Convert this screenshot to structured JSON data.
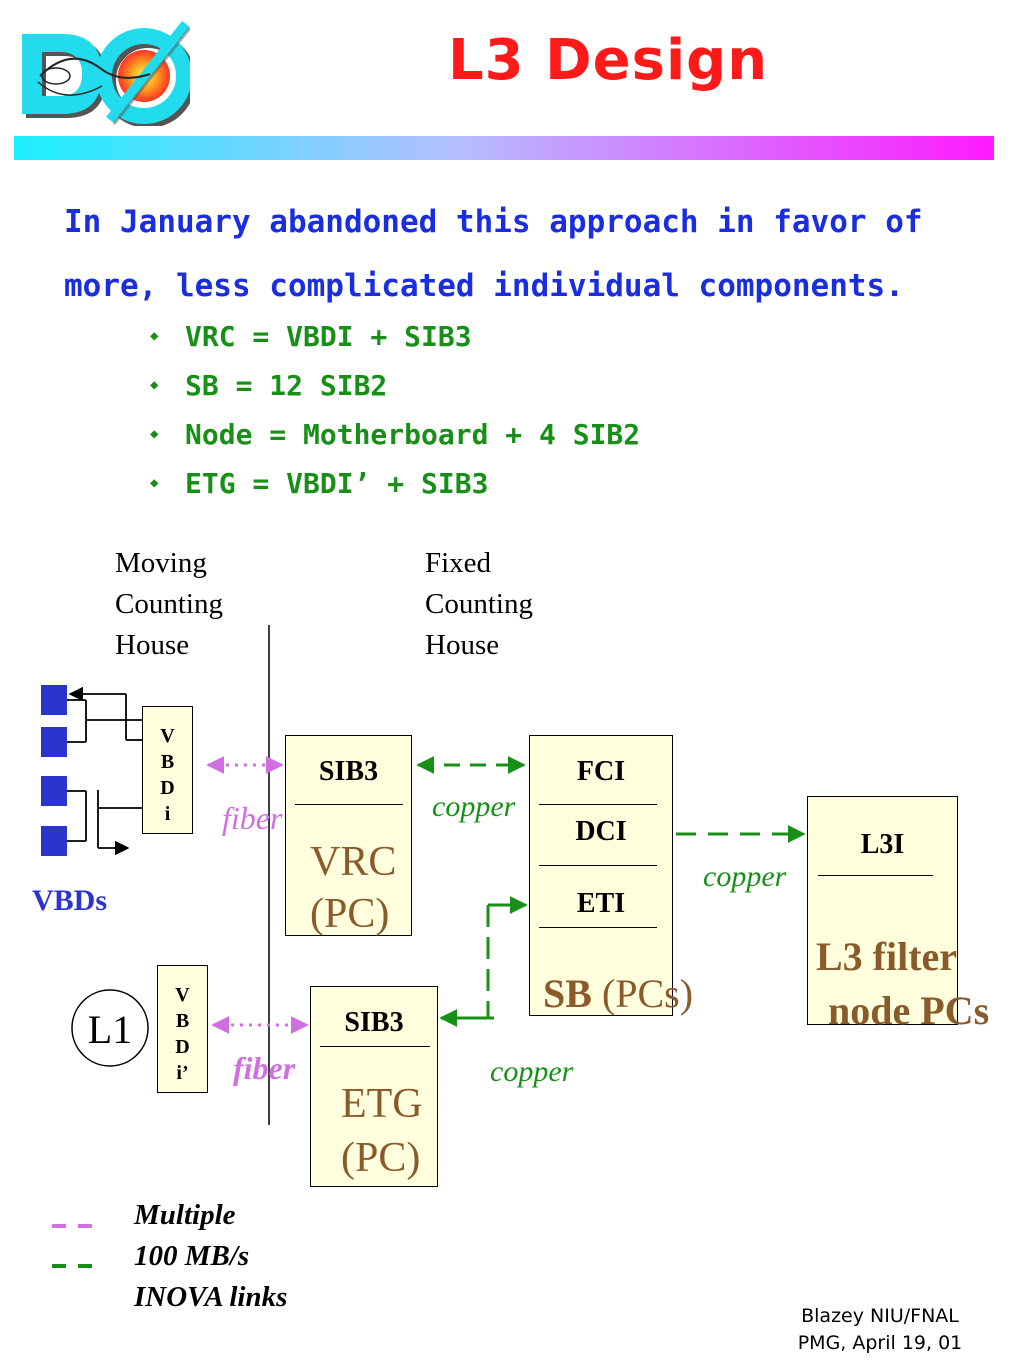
{
  "slide": {
    "title": "L3 Design",
    "intro": "In January abandoned this approach in favor of more, less complicated  individual components.",
    "bullets": [
      "VRC = VBDI +  SIB3",
      "SB = 12 SIB2",
      "Node = Motherboard + 4 SIB2",
      "ETG = VBDI’ + SIB3"
    ],
    "footer_line1": "Blazey NIU/FNAL",
    "footer_line2": "PMG, April 19, 01"
  },
  "colors": {
    "title": "#ff1a1a",
    "intro": "#1a2ee0",
    "bullets": "#189018",
    "fiber": "#d070e0",
    "copper": "#189018",
    "vbds": "#2b35cc",
    "pc_label": "#8b5a2b",
    "box_fill": "#ffffdd"
  },
  "diagram": {
    "moving_house": [
      "Moving",
      "Counting",
      "House"
    ],
    "fixed_house": [
      "Fixed",
      "Counting",
      "House"
    ],
    "vbdi_letters": [
      "V",
      "B",
      "D",
      "i"
    ],
    "vbdi2_letters": [
      "V",
      "B",
      "D",
      "i’"
    ],
    "vbds_label": "VBDs",
    "l1_label": "L1",
    "fiber_label_1": "fiber",
    "fiber_label_2": "fiber",
    "copper_label_1": "copper",
    "copper_label_2": "copper",
    "copper_label_3": "copper",
    "vrc_top": "SIB3",
    "vrc_name_1": "VRC",
    "vrc_name_2": "(PC)",
    "etg_top": "SIB3",
    "etg_name_1": "ETG",
    "etg_name_2": "(PC)",
    "sb_fci": "FCI",
    "sb_dci": "DCI",
    "sb_eti": "ETI",
    "sb_name_bold": "SB",
    "sb_name_rest": " (PCs)",
    "l3_top": "L3I",
    "l3_name_1": "L3 filter",
    "l3_name_2": "node PCs"
  },
  "legend": {
    "line1": "Multiple",
    "line2": "100 MB/s",
    "line3": "INOVA links"
  },
  "icons": {
    "logo": "d0-logo-icon",
    "bullet": "diamond-bullet-icon"
  }
}
